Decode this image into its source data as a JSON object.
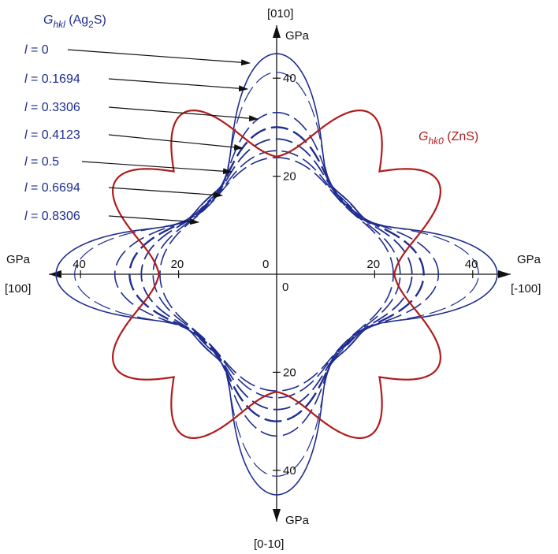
{
  "chart_data": {
    "type": "polar",
    "title": "",
    "radial_unit": "GPa",
    "directions": {
      "up": "[010]",
      "down": "[0-10]",
      "left": "[100]",
      "right": "[-100]"
    },
    "unit_labels": {
      "up": "GPa",
      "down": "GPa",
      "left": "GPa",
      "right": "GPa"
    },
    "origin_labels": {
      "horizontal": "0",
      "vertical": "0"
    },
    "rlim": [
      0,
      50
    ],
    "ticks": {
      "horizontal": [
        {
          "value": -40,
          "label": "40"
        },
        {
          "value": -20,
          "label": "20"
        },
        {
          "value": 20,
          "label": "20"
        },
        {
          "value": 40,
          "label": "40"
        }
      ],
      "vertical": [
        {
          "value": 40,
          "label": "40"
        },
        {
          "value": 20,
          "label": "20"
        },
        {
          "value": -20,
          "label": "20"
        },
        {
          "value": -40,
          "label": "40"
        }
      ]
    },
    "family_title": {
      "prefix": "G",
      "subscript": "hkl",
      "middle": " (Ag",
      "sub2": "2",
      "suffix": "S)",
      "color": "#1f2d8f"
    },
    "series": [
      {
        "name": "l = 0",
        "label_var": "l",
        "label_value": " = 0",
        "axis_value": 45.0,
        "diagonal_value": 20.9,
        "sharpness": 5.0,
        "color": "#1f2d8f",
        "dash": "solid",
        "width": 1.6
      },
      {
        "name": "l = 0.1694",
        "label_var": "l",
        "label_value": " = 0.1694",
        "axis_value": 41.2,
        "diagonal_value": 20.8,
        "sharpness": 4.4,
        "color": "#1f2d8f",
        "dash": "long-dash",
        "width": 1.2
      },
      {
        "name": "l = 0.3306",
        "label_var": "l",
        "label_value": " = 0.3306",
        "axis_value": 33.0,
        "diagonal_value": 20.4,
        "sharpness": 3.2,
        "color": "#1f2d8f",
        "dash": "long-dash",
        "width": 1.6
      },
      {
        "name": "l = 0.4123",
        "label_var": "l",
        "label_value": " = 0.4123",
        "axis_value": 30.0,
        "diagonal_value": 20.2,
        "sharpness": 2.8,
        "color": "#1f2d8f",
        "dash": "long-dash",
        "width": 2.4
      },
      {
        "name": "l = 0.5",
        "label_var": "l",
        "label_value": " = 0.5",
        "axis_value": 27.6,
        "diagonal_value": 20.0,
        "sharpness": 2.5,
        "color": "#1f2d8f",
        "dash": "long-dash",
        "width": 1.8
      },
      {
        "name": "l = 0.6694",
        "label_var": "l",
        "label_value": " = 0.6694",
        "axis_value": 25.2,
        "diagonal_value": 19.8,
        "sharpness": 2.2,
        "color": "#1f2d8f",
        "dash": "long-dash",
        "width": 1.6
      },
      {
        "name": "l = 0.8306",
        "label_var": "l",
        "label_value": " = 0.8306",
        "axis_value": 23.8,
        "diagonal_value": 19.7,
        "sharpness": 2.0,
        "color": "#1f2d8f",
        "dash": "long-dash",
        "width": 1.6
      }
    ],
    "reference": {
      "name": "Ghk0 (ZnS)",
      "prefix": "G",
      "subscript": "hk0",
      "suffix": " (ZnS)",
      "axis_value": 23.5,
      "peak_value": 38.0,
      "peak_angle_deg": 30,
      "petals": 4,
      "color": "#b01c1c",
      "width": 2.2
    }
  }
}
